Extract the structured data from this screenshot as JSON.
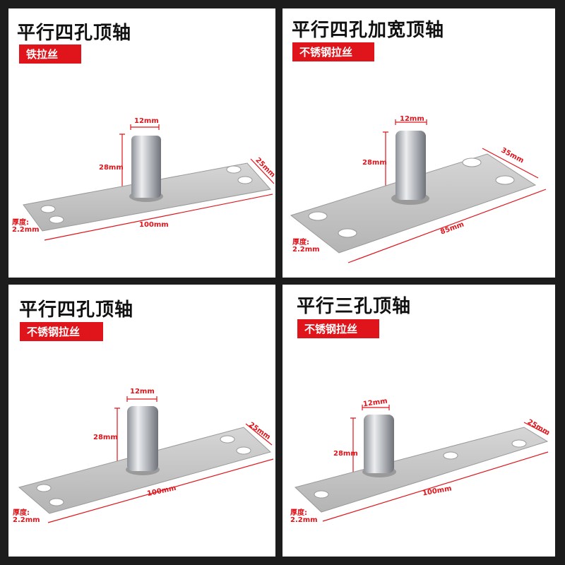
{
  "panels": [
    {
      "title": "平行四孔顶轴",
      "badge": "铁拉丝",
      "dia": "12mm",
      "height": "28mm",
      "width": "25mm",
      "length": "100mm",
      "thickness_label": "厚度:",
      "thickness": "2.2mm"
    },
    {
      "title": "平行四孔加宽顶轴",
      "badge": "不锈钢拉丝",
      "dia": "12mm",
      "height": "28mm",
      "width": "35mm",
      "length": "85mm",
      "thickness_label": "厚度:",
      "thickness": "2.2mm"
    },
    {
      "title": "平行四孔顶轴",
      "badge": "不锈钢拉丝",
      "dia": "12mm",
      "height": "28mm",
      "width": "25mm",
      "length": "100mm",
      "thickness_label": "厚度:",
      "thickness": "2.2mm"
    },
    {
      "title": "平行三孔顶轴",
      "badge": "不锈钢拉丝",
      "dia": "12mm",
      "height": "28mm",
      "width": "25mm",
      "length": "100mm",
      "thickness_label": "厚度:",
      "thickness": "2.2mm"
    }
  ],
  "colors": {
    "background": "#1c1c1c",
    "badge": "#e0141b",
    "dimension": "#e0141b"
  }
}
